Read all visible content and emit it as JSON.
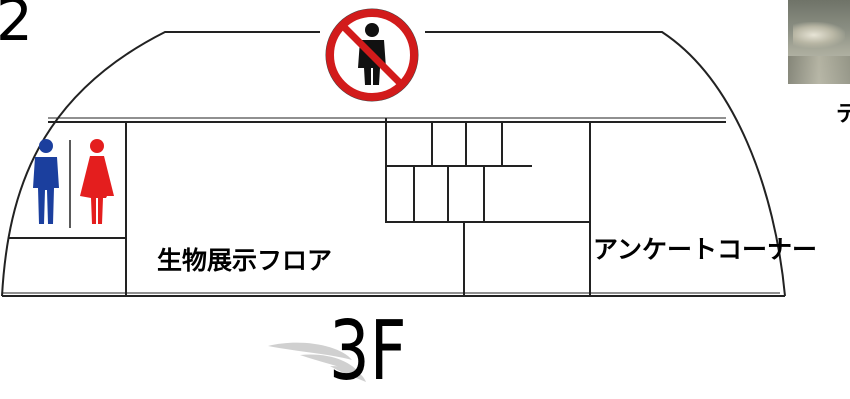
{
  "floor_map": {
    "section_number": "2",
    "floor_label": "3F",
    "areas": {
      "exhibit_floor": "生物展示フロア",
      "survey_corner": "アンケートコーナー"
    },
    "photo_caption": "テ",
    "icons": {
      "no_entry": "no-person-entry-icon",
      "restroom_male": "male-restroom-icon",
      "restroom_female": "female-restroom-icon",
      "photo": "exhibit-photo"
    },
    "colors": {
      "no_entry_red": "#d21b1b",
      "male_blue": "#1b3f9e",
      "female_red": "#e41e1e",
      "outline": "#222222"
    }
  }
}
